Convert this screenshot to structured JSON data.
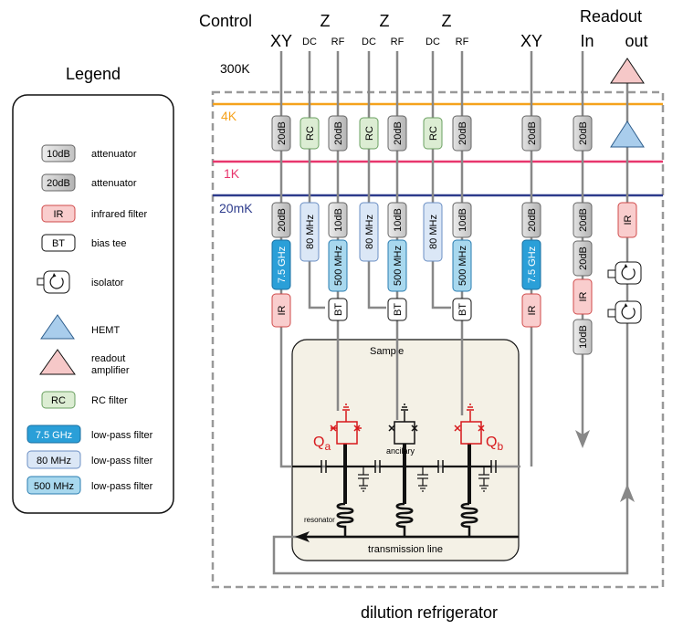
{
  "title": "dilution refrigerator",
  "legend": {
    "title": "Legend",
    "items": [
      {
        "key": "10dB",
        "desc": "attenuator",
        "icon": "attenuator-10db-icon"
      },
      {
        "key": "20dB",
        "desc": "attenuator",
        "icon": "attenuator-20db-icon"
      },
      {
        "key": "IR",
        "desc": "infrared filter",
        "icon": "infrared-filter-icon"
      },
      {
        "key": "BT",
        "desc": "bias tee",
        "icon": "bias-tee-icon"
      },
      {
        "key": "",
        "desc": "isolator",
        "icon": "isolator-icon"
      },
      {
        "key": "",
        "desc": "HEMT",
        "icon": "hemt-triangle-icon"
      },
      {
        "key": "",
        "desc": "readout",
        "icon": "readout-amplifier-triangle-icon"
      },
      {
        "key": "",
        "desc": "amplifier",
        "icon": "readout-amplifier-triangle-icon"
      },
      {
        "key": "RC",
        "desc": "RC filter",
        "icon": "rc-filter-icon"
      },
      {
        "key": "7.5 GHz",
        "desc": "low-pass filter",
        "icon": "lowpass-7.5ghz-icon"
      },
      {
        "key": "80 MHz",
        "desc": "low-pass filter",
        "icon": "lowpass-80mhz-icon"
      },
      {
        "key": "500 MHz",
        "desc": "low-pass filter",
        "icon": "lowpass-500mhz-icon"
      }
    ]
  },
  "headers": {
    "control": "Control",
    "z": "Z",
    "readout": "Readout",
    "xy": "XY",
    "dc": "DC",
    "rf": "RF",
    "in": "In",
    "out": "out"
  },
  "stages": {
    "k300": "300K",
    "k4": "4K",
    "k1": "1K",
    "mk20": "20mK"
  },
  "components": {
    "db20": "20dB",
    "db10": "10dB",
    "rc": "RC",
    "ir": "IR",
    "bt": "BT",
    "f75": "7.5 GHz",
    "f80": "80 MHz",
    "f500": "500 MHz"
  },
  "sample": {
    "title": "Sample",
    "qa": "Q",
    "qa_sub": "a",
    "qb": "Q",
    "qb_sub": "b",
    "ancilary": "ancilary",
    "resonator": "resonator",
    "transmission_line": "transmission line"
  },
  "colors": {
    "stage_4k": "#f5a21c",
    "stage_1k": "#e8366d",
    "stage_20mk": "#2d3b8c",
    "qubit_red": "#d7191c",
    "lp_75ghz": "#2a9fd8",
    "lp_80mhz": "#dbe7f6",
    "lp_500mhz": "#a8d8ee",
    "rc": "#dcedd3",
    "ir": "#f9cdcd",
    "attenuator": "#d4d4d4",
    "sample_bg": "#f4f1e6",
    "wire": "#888888"
  }
}
